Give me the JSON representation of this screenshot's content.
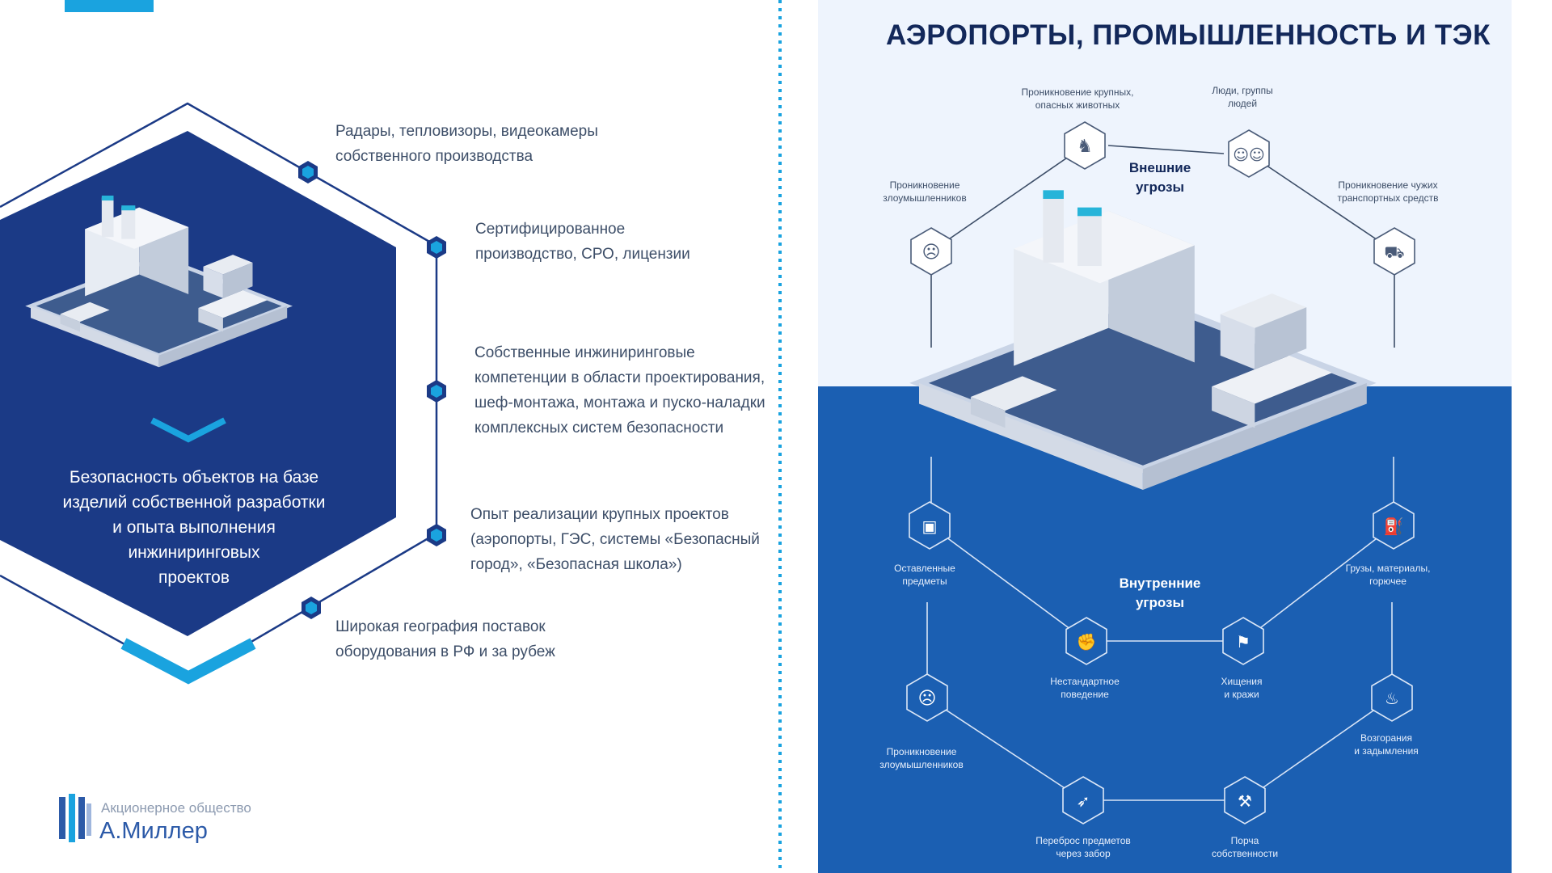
{
  "left": {
    "features": [
      {
        "lines": [
          "Радары, тепловизоры, видеокамеры",
          "собственного производства"
        ]
      },
      {
        "lines": [
          "Сертифицированное",
          "производство, СРО, лицензии"
        ]
      },
      {
        "lines": [
          "Собственные инжиниринговые",
          "компетенции в области проектирования,",
          "шеф-монтажа, монтажа и пуско-наладки",
          "комплексных систем безопасности"
        ]
      },
      {
        "lines": [
          "Опыт реализации крупных проектов",
          "(аэропорты, ГЭС, системы «Безопасный",
          "город», «Безопасная школа»)"
        ]
      },
      {
        "lines": [
          "Широкая география поставок",
          "оборудования в РФ и за рубеж"
        ]
      }
    ],
    "hex_caption_lines": [
      "Безопасность объектов на базе",
      "изделий собственной разработки",
      "и опыта выполнения",
      "инжиниринговых",
      "проектов"
    ]
  },
  "logo": {
    "company_type": "Акционерное общество",
    "company_name": "А.Миллер"
  },
  "right": {
    "title": "АЭРОПОРТЫ, ПРОМЫШЛЕННОСТЬ И ТЭК",
    "external": {
      "title_lines": [
        "Внешние",
        "угрозы"
      ],
      "items": [
        {
          "icon": "moose-icon",
          "lines": [
            "Проникновение крупных,",
            "опасных животных"
          ]
        },
        {
          "icon": "people-group-icon",
          "lines": [
            "Люди, группы",
            "людей"
          ]
        },
        {
          "icon": "intruder-icon",
          "lines": [
            "Проникновение",
            "злоумышленников"
          ]
        },
        {
          "icon": "car-icon",
          "lines": [
            "Проникновение чужих",
            "транспортных средств"
          ]
        }
      ]
    },
    "internal": {
      "title_lines": [
        "Внутренние",
        "угрозы"
      ],
      "items": [
        {
          "icon": "luggage-icon",
          "lines": [
            "Оставленные",
            "предметы"
          ]
        },
        {
          "icon": "fuel-canister-icon",
          "lines": [
            "Грузы, материалы,",
            "горючее"
          ]
        },
        {
          "icon": "fighting-icon",
          "lines": [
            "Нестандартное",
            "поведение"
          ]
        },
        {
          "icon": "thief-icon",
          "lines": [
            "Хищения",
            "и кражи"
          ]
        },
        {
          "icon": "intruder-icon",
          "lines": [
            "Проникновение",
            "злоумышленников"
          ]
        },
        {
          "icon": "fire-icon",
          "lines": [
            "Возгорания",
            "и задымления"
          ]
        },
        {
          "icon": "throw-over-fence-icon",
          "lines": [
            "Переброс предметов",
            "через забор"
          ]
        },
        {
          "icon": "vandal-icon",
          "lines": [
            "Порча",
            "собственности"
          ]
        }
      ]
    }
  },
  "colors": {
    "navy": "#1b3a86",
    "blue": "#1b5fb2",
    "accent": "#1aa3df",
    "text": "#3d4e68"
  }
}
